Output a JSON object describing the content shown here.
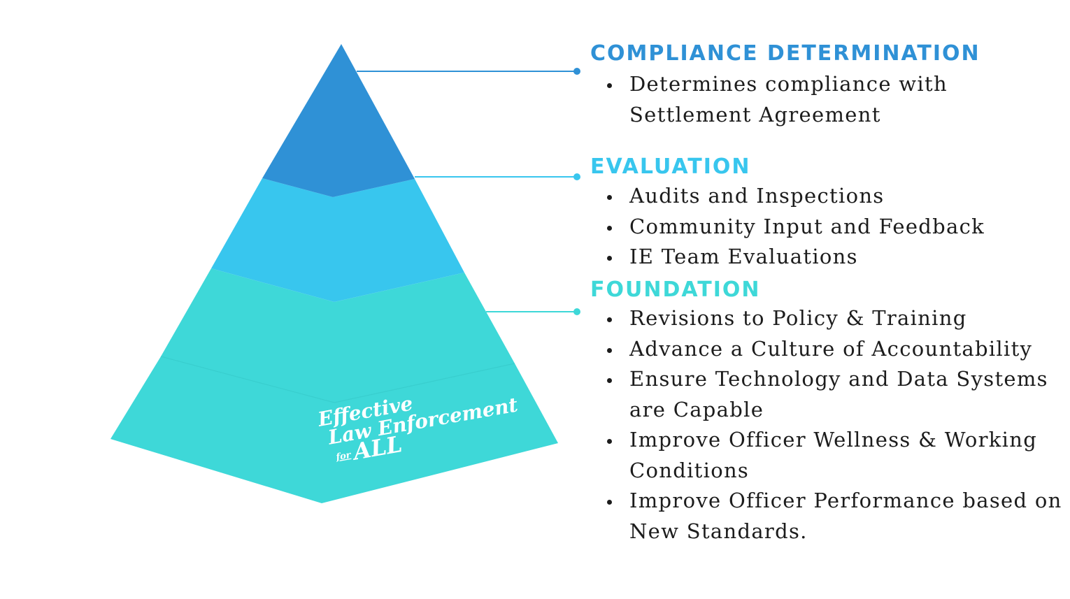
{
  "colors": {
    "top": "#2f91d6",
    "middle": "#38c6ee",
    "bottom": "#3ed8d8",
    "bullet_text": "#1c1c1c"
  },
  "logo": {
    "line1": "Effective",
    "line2": "Law Enforcement",
    "line3_small": "for",
    "line3": "ALL"
  },
  "sections": [
    {
      "heading": "COMPLIANCE DETERMINATION",
      "items": [
        "Determines compliance with Settlement Agreement"
      ]
    },
    {
      "heading": "EVALUATION",
      "items": [
        "Audits and Inspections",
        "Community Input and Feedback",
        "IE Team Evaluations"
      ]
    },
    {
      "heading": "FOUNDATION",
      "items": [
        "Revisions to Policy & Training",
        "Advance a Culture of Accountability",
        "Ensure Technology and Data Systems are Capable",
        "Improve Officer Wellness & Working Conditions",
        "Improve Officer Performance based on New Standards."
      ]
    }
  ]
}
